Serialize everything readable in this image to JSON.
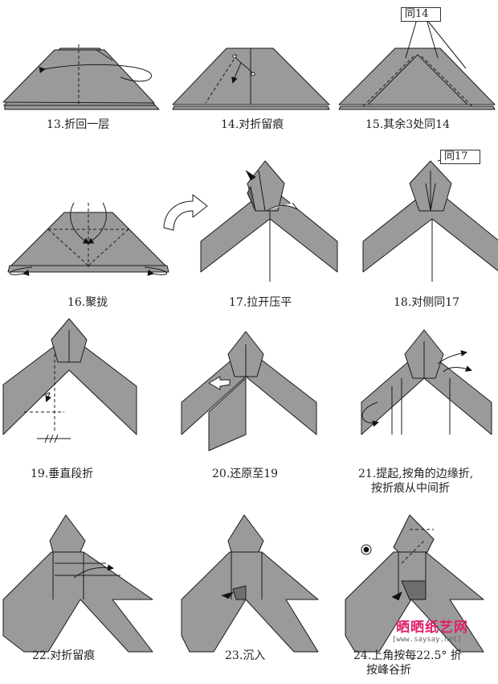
{
  "steps": [
    {
      "num": "13.",
      "label": "折回一层"
    },
    {
      "num": "14.",
      "label": "对折留痕"
    },
    {
      "num": "15.",
      "label": "其余3处同14"
    },
    {
      "num": "16.",
      "label": "聚拢"
    },
    {
      "num": "17.",
      "label": "拉开压平"
    },
    {
      "num": "18.",
      "label": "对侧同17"
    },
    {
      "num": "19.",
      "label": "垂直段折"
    },
    {
      "num": "20.",
      "label": "还原至19"
    },
    {
      "num": "21.",
      "label": "提起,按角的边缘折,",
      "label2": "按折痕从中间折"
    },
    {
      "num": "22.",
      "label": "对折留痕"
    },
    {
      "num": "23.",
      "label": "沉入"
    },
    {
      "num": "24.",
      "label": "上角按每22.5° 折",
      "label2": "按峰谷折"
    }
  ],
  "callouts": {
    "same14": "同14",
    "same17": "同17"
  },
  "watermark": {
    "brand": "晒晒纸艺网",
    "url": "[www.saysay.net]"
  },
  "colors": {
    "paper": "#9a9a9a",
    "paper_dark": "#7d7d7d",
    "outline": "#1a1a1a",
    "brand": "#e0206a"
  }
}
